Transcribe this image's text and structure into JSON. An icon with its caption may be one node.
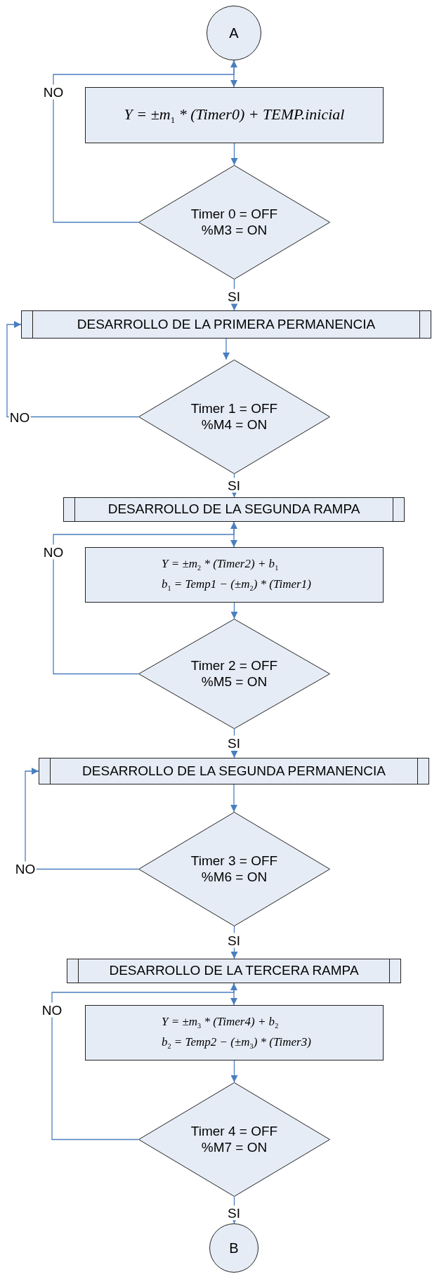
{
  "diagram": {
    "nodes": [
      {
        "text": [
          "A"
        ]
      },
      {
        "text": [
          "Y = ±m$_{1}$ * (Timer0) + TEMP.inicial"
        ]
      },
      {
        "text": [
          "Timer 0 = OFF",
          "%M3 = ON"
        ]
      },
      {
        "text": [
          "DESARROLLO DE LA PRIMERA PERMANENCIA"
        ]
      },
      {
        "text": [
          "Timer 1 = OFF",
          "%M4 = ON"
        ]
      },
      {
        "text": [
          "DESARROLLO DE LA SEGUNDA RAMPA"
        ]
      },
      {
        "text": [
          "Y = ±m$_{2}$ * (Timer2) + b$_{1}$",
          "b$_{1}$ = Temp1 − (±m$_{2}$) * (Timer1)"
        ]
      },
      {
        "text": [
          "Timer 2 = OFF",
          "%M5 = ON"
        ]
      },
      {
        "text": [
          "DESARROLLO DE LA SEGUNDA PERMANENCIA"
        ]
      },
      {
        "text": [
          "Timer 3 = OFF",
          "%M6 = ON"
        ]
      },
      {
        "text": [
          "DESARROLLO DE LA TERCERA RAMPA"
        ]
      },
      {
        "text": [
          "Y = ±m$_{3}$ * (Timer4) + b$_{2}$",
          "b$_{2}$ = Temp2 − (±m$_{3}$) * (Timer3)"
        ]
      },
      {
        "text": [
          "Timer 4 = OFF",
          "%M7 = ON"
        ]
      },
      {
        "text": [
          "B"
        ]
      }
    ],
    "edges": [
      {
        "from": 0,
        "to": 1,
        "arrow": "to"
      },
      {
        "from": 1,
        "to": 2,
        "arrow": "to"
      },
      {
        "from": 2,
        "to": 0,
        "arrow": "to",
        "label": "NO"
      },
      {
        "from": 2,
        "to": 3,
        "arrow": "to",
        "label": "SI"
      },
      {
        "from": 3,
        "to": 4,
        "arrow": "to"
      },
      {
        "from": 4,
        "to": 3,
        "arrow": "to",
        "label": "NO"
      },
      {
        "from": 4,
        "to": 5,
        "arrow": "to",
        "label": "SI"
      },
      {
        "from": 5,
        "to": 6,
        "arrow": "to"
      },
      {
        "from": 7,
        "to": 5,
        "arrow": "to",
        "label": "NO"
      },
      {
        "from": 6,
        "to": 7,
        "arrow": "to"
      },
      {
        "from": 7,
        "to": 8,
        "arrow": "to",
        "label": "SI"
      },
      {
        "from": 8,
        "to": 9,
        "arrow": "to"
      },
      {
        "from": 9,
        "to": 8,
        "arrow": "to",
        "label": "NO"
      },
      {
        "from": 9,
        "to": 10,
        "arrow": "to",
        "label": "SI"
      },
      {
        "from": 10,
        "to": 11,
        "arrow": "to"
      },
      {
        "from": 12,
        "to": 10,
        "arrow": "to",
        "label": "NO"
      },
      {
        "from": 11,
        "to": 12,
        "arrow": "to"
      },
      {
        "from": 12,
        "to": 13,
        "arrow": "to",
        "label": "SI"
      }
    ]
  }
}
